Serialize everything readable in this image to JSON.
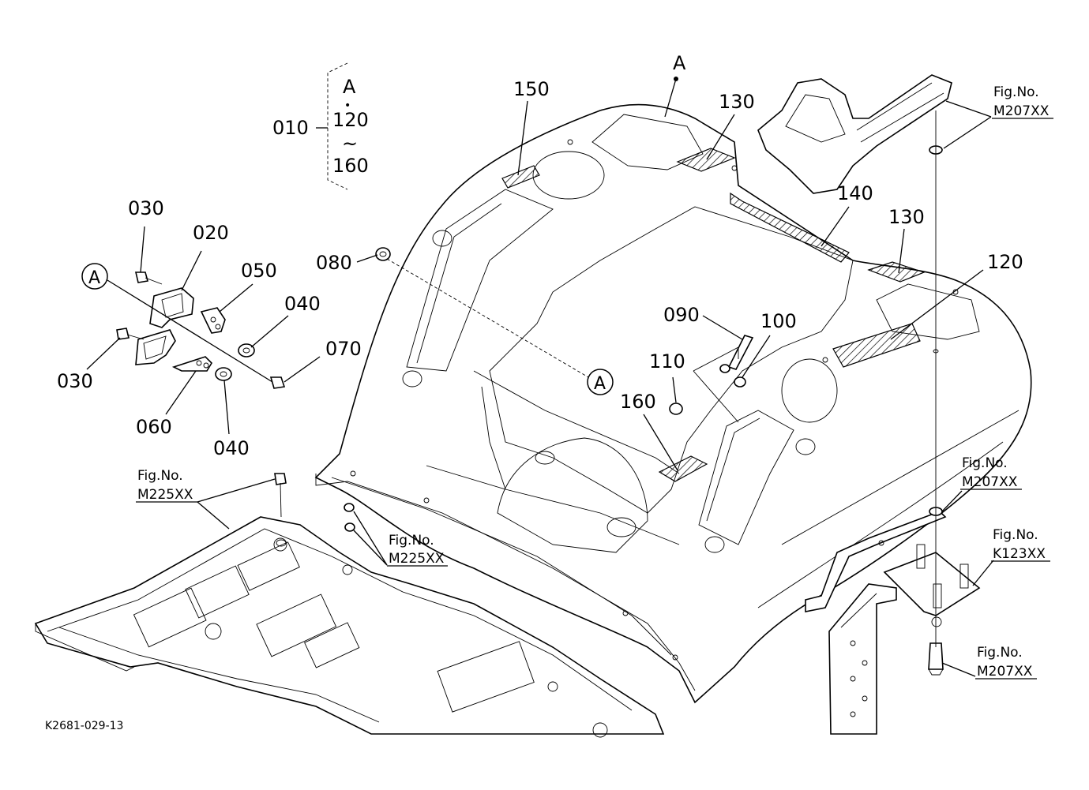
{
  "diagram_code": "K2681-029-13",
  "group": {
    "main_part": "010",
    "top": "A",
    "dot": "•",
    "from": "120",
    "tilde": "~",
    "to": "160"
  },
  "part_numbers": {
    "p020": "020",
    "p030a": "030",
    "p030b": "030",
    "p040a": "040",
    "p040b": "040",
    "p050": "050",
    "p060": "060",
    "p070": "070",
    "p080": "080",
    "p090": "090",
    "p100": "100",
    "p110": "110",
    "p120": "120",
    "p130a": "130",
    "p130b": "130",
    "p140": "140",
    "p150": "150",
    "p160": "160"
  },
  "markers": {
    "top_a": "A",
    "circle_left": "A",
    "circle_center": "A"
  },
  "figure_refs": [
    {
      "label": "Fig.No.",
      "code": "M207XX"
    },
    {
      "label": "Fig.No.",
      "code": "M207XX"
    },
    {
      "label": "Fig.No.",
      "code": "K123XX"
    },
    {
      "label": "Fig.No.",
      "code": "M207XX"
    },
    {
      "label": "Fig.No.",
      "code": "M225XX"
    },
    {
      "label": "Fig.No.",
      "code": "M225XX"
    }
  ]
}
